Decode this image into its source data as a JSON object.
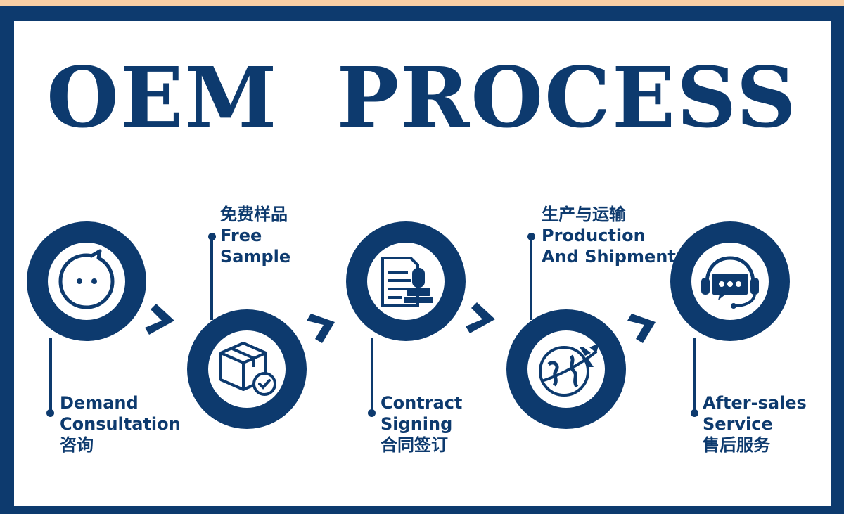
{
  "title": "OEM PROCESS",
  "colors": {
    "navy": "#0d3a6e",
    "peach": "#f8cfa6",
    "white": "#ffffff"
  },
  "steps": [
    {
      "en": [
        "Demand",
        "Consultation"
      ],
      "zh": "咨询",
      "icon": "smiley-chat-icon"
    },
    {
      "zh": "免费样品",
      "en": [
        "Free",
        "Sample"
      ],
      "icon": "package-check-icon"
    },
    {
      "en": [
        "Contract",
        "Signing"
      ],
      "zh": "合同签订",
      "icon": "document-stamp-icon"
    },
    {
      "zh": "生产与运输",
      "en": [
        "Production",
        "And Shipment"
      ],
      "icon": "globe-airplane-icon"
    },
    {
      "en": [
        "After-sales",
        "Service"
      ],
      "zh": "售后服务",
      "icon": "headset-chat-icon"
    }
  ]
}
